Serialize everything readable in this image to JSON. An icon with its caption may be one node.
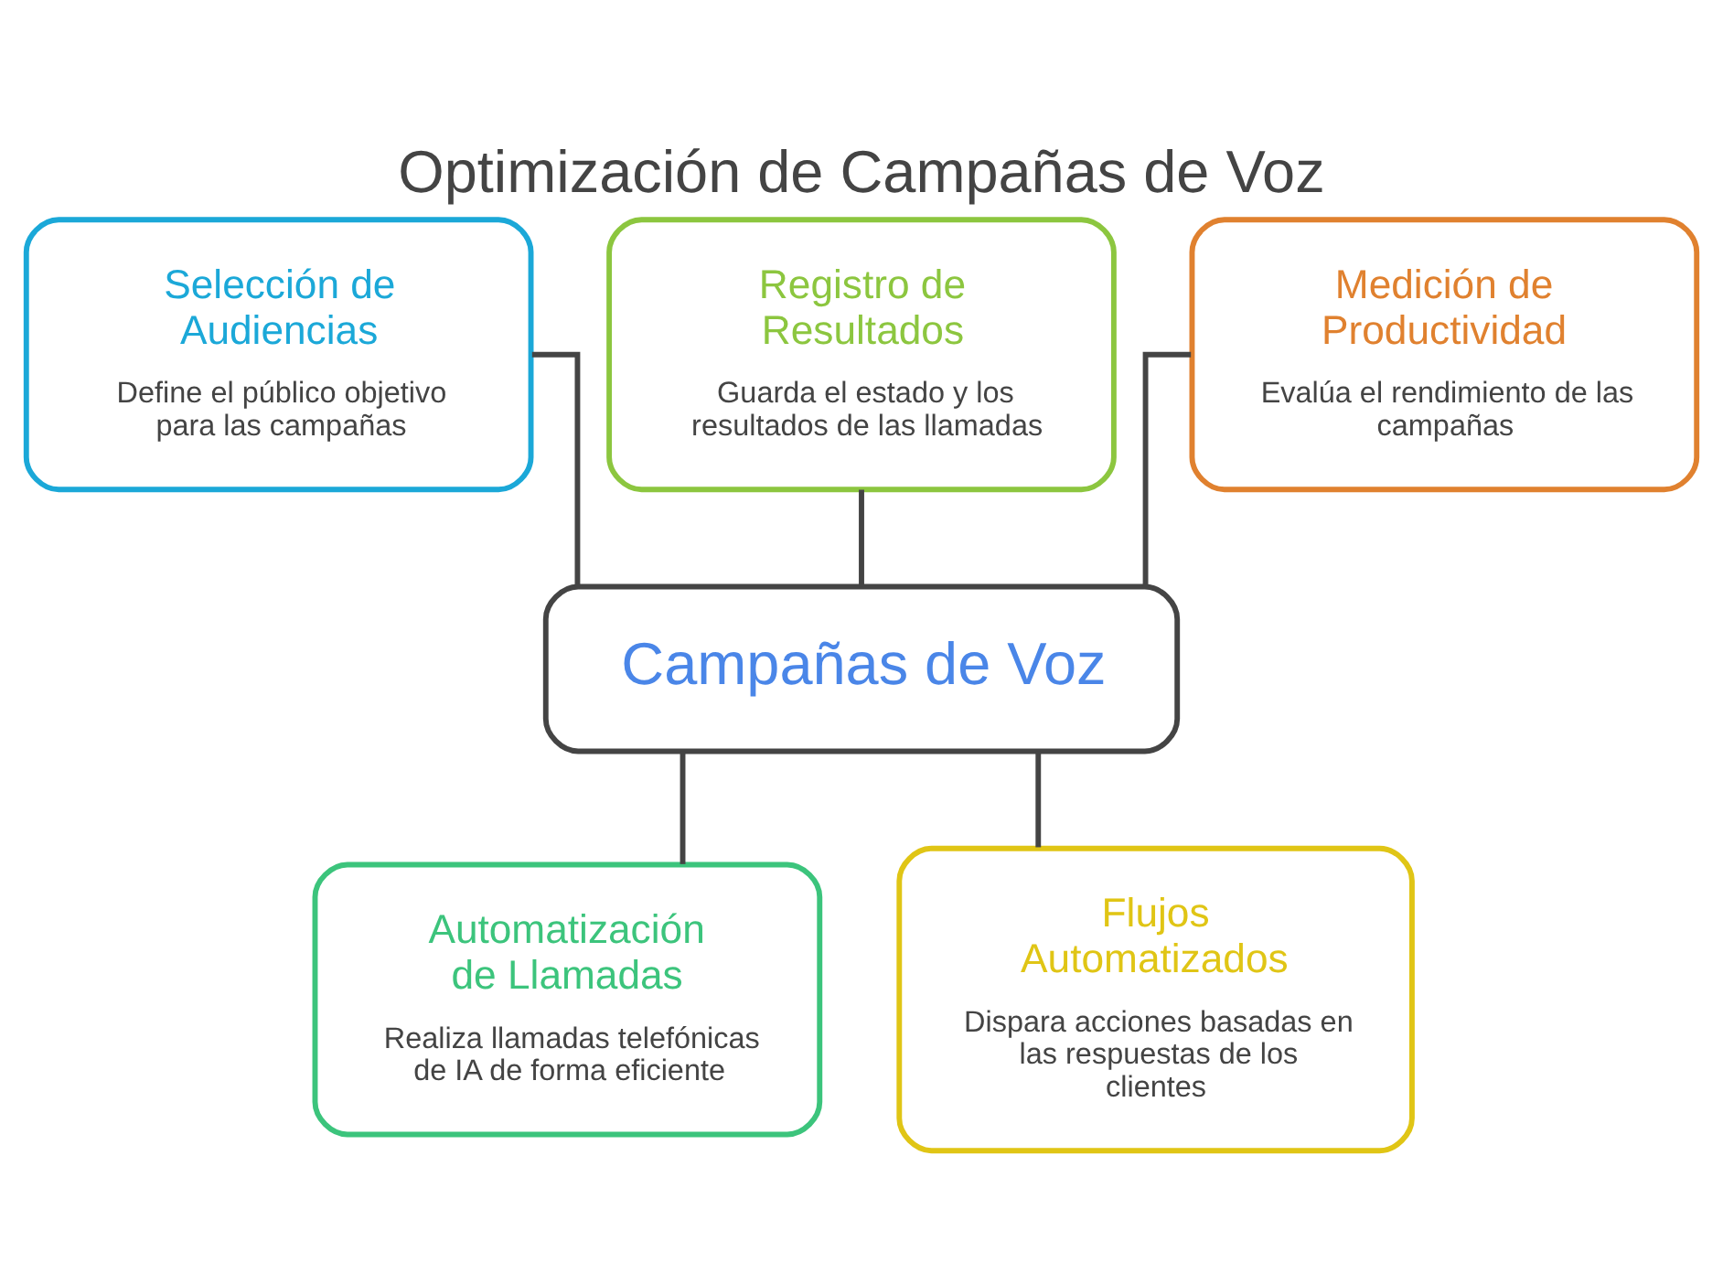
{
  "diagram": {
    "title": "Optimización de Campañas de Voz",
    "nodes": [
      {
        "text": [
          "Selección de Audiencias",
          "Define el público objetivo para las campañas"
        ]
      },
      {
        "text": [
          "Registro de Resultados",
          "Guarda el estado y los resultados de las llamadas"
        ]
      },
      {
        "text": [
          "Medición de Productividad",
          "Evalúa el rendimiento de las campañas"
        ]
      },
      {
        "text": [
          "Campañas de Voz"
        ]
      },
      {
        "text": [
          "Automatización de Llamadas",
          "Realiza llamadas telefónicas de IA de forma eficiente"
        ]
      },
      {
        "text": [
          "Flujos Automatizados",
          "Dispara acciones basadas en las respuestas de los clientes"
        ]
      }
    ],
    "edges": [
      {
        "from": 0,
        "to": 3,
        "arrow": "none"
      },
      {
        "from": 1,
        "to": 3,
        "arrow": "none"
      },
      {
        "from": 2,
        "to": 3,
        "arrow": "none"
      },
      {
        "from": 3,
        "to": 4,
        "arrow": "none"
      },
      {
        "from": 3,
        "to": 5,
        "arrow": "none"
      }
    ]
  }
}
